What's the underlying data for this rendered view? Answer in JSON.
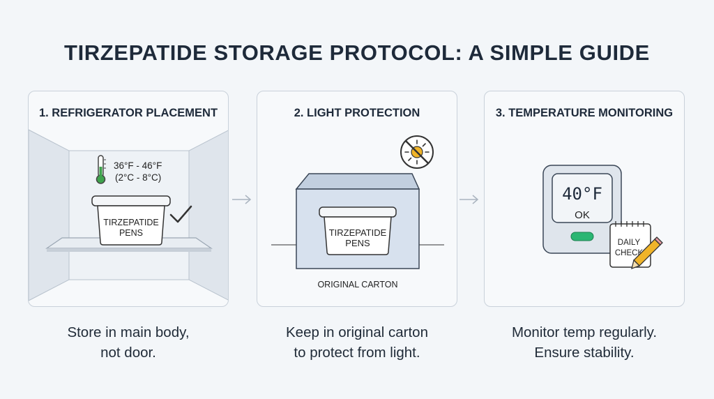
{
  "title": "TIRZEPATIDE STORAGE PROTOCOL: A SIMPLE GUIDE",
  "steps": [
    {
      "heading": "1. REFRIGERATOR PLACEMENT",
      "temp_f": "36°F - 46°F",
      "temp_c": "(2°C - 8°C)",
      "box_line1": "TIRZEPATIDE",
      "box_line2": "PENS",
      "caption_line1": "Store in main body,",
      "caption_line2": "not door."
    },
    {
      "heading": "2. LIGHT PROTECTION",
      "box_line1": "TIRZEPATIDE",
      "box_line2": "PENS",
      "carton_label": "ORIGINAL CARTON",
      "caption_line1": "Keep in original carton",
      "caption_line2": "to protect from light."
    },
    {
      "heading": "3. TEMPERATURE MONITORING",
      "display_temp": "40°F",
      "display_status": "OK",
      "note_line1": "DAILY",
      "note_line2": "CHECK",
      "caption_line1": "Monitor temp regularly.",
      "caption_line2": "Ensure stability."
    }
  ],
  "colors": {
    "background": "#f3f6f9",
    "card_border": "#c9d1da",
    "carton_fill": "#d7e1ee",
    "status_green": "#2bb673"
  },
  "icons": [
    "thermometer-icon",
    "checkmark-icon",
    "no-sun-icon",
    "pencil-icon",
    "arrow-right-icon"
  ]
}
